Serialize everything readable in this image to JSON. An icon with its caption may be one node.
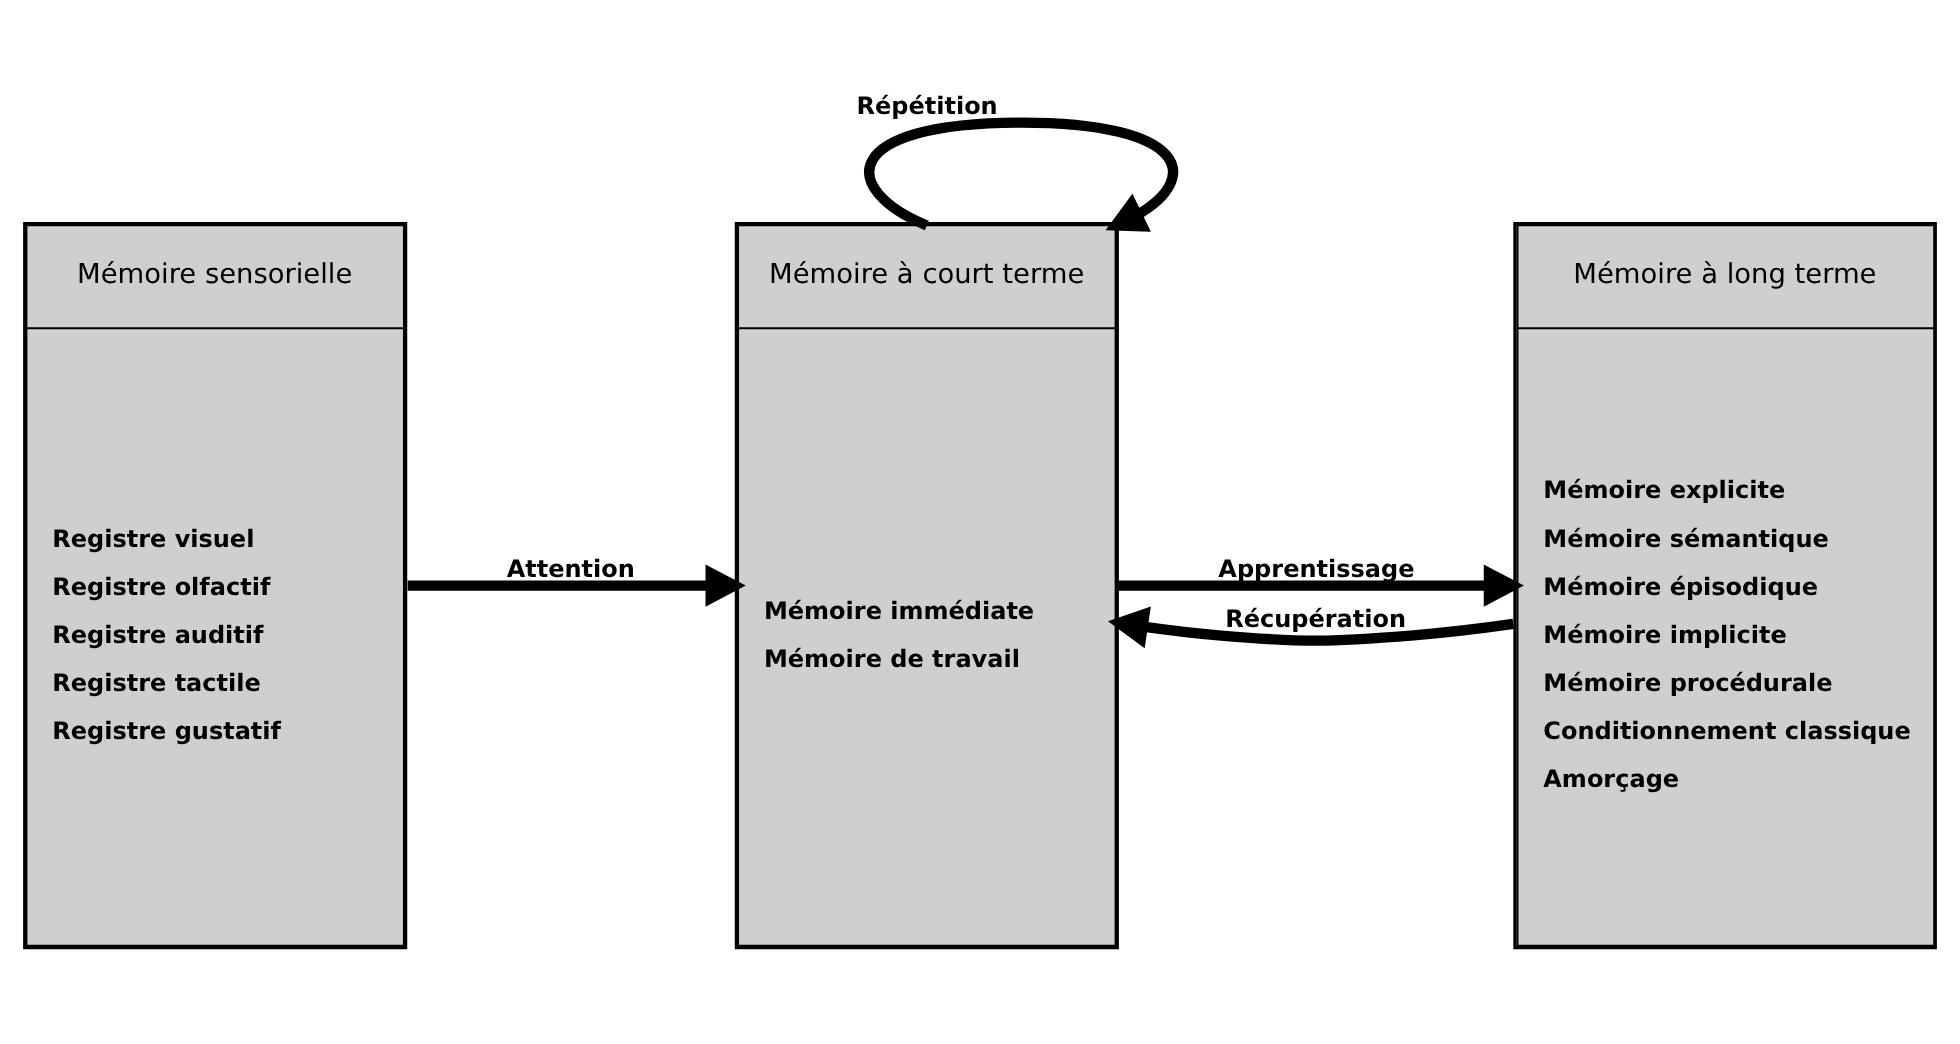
{
  "diagram": {
    "nodes": [
      {
        "text": [
          "Mémoire sensorielle",
          "Registre visuel",
          "Registre olfactif",
          "Registre auditif",
          "Registre tactile",
          "Registre gustatif"
        ]
      },
      {
        "text": [
          "Mémoire à court terme",
          "Mémoire immédiate",
          "Mémoire de travail"
        ]
      },
      {
        "text": [
          "Mémoire à long terme",
          "Mémoire explicite",
          "Mémoire sémantique",
          "Mémoire épisodique",
          "Mémoire implicite",
          "Mémoire procédurale",
          "Conditionnement classique",
          "Amorçage"
        ]
      }
    ],
    "edges": [
      {
        "from": 1,
        "to": 1,
        "arrow": "to",
        "label": "Répétition"
      },
      {
        "from": 0,
        "to": 1,
        "arrow": "to",
        "label": "Attention"
      },
      {
        "from": 1,
        "to": 2,
        "arrow": "to",
        "label": "Apprentissage"
      },
      {
        "from": 2,
        "to": 1,
        "arrow": "to",
        "label": "Récupération"
      }
    ]
  }
}
